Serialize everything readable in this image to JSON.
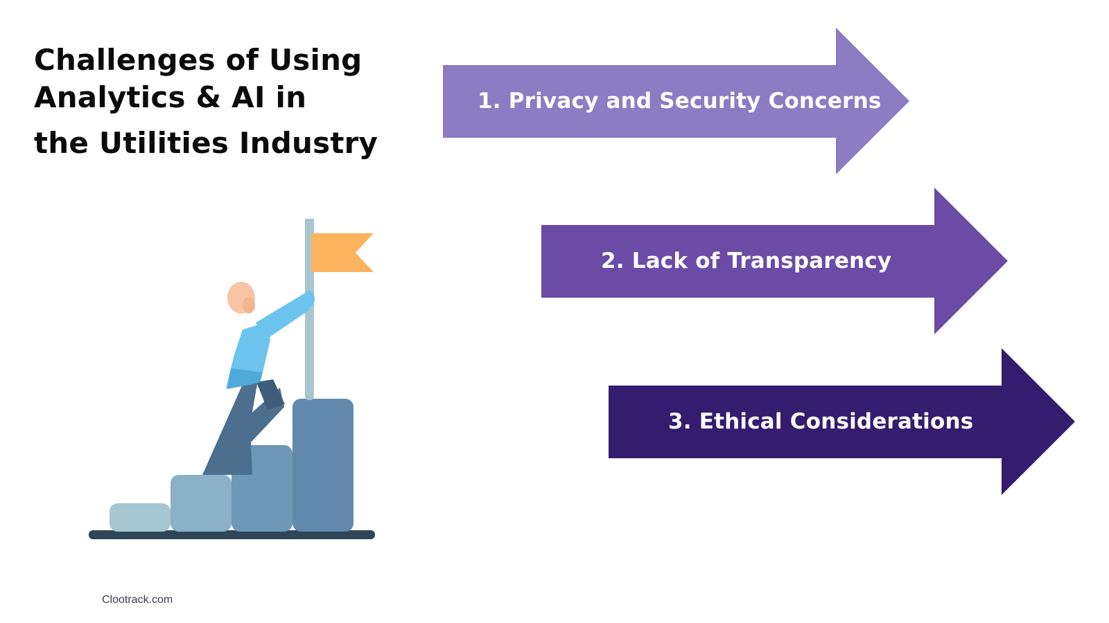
{
  "title": {
    "line1": "Challenges of Using",
    "line2": "Analytics & AI in",
    "line3": "the Utilities Industry"
  },
  "arrows": [
    {
      "label": "1.  Privacy and Security Concerns",
      "color": "#8c7cc3"
    },
    {
      "label": "2. Lack of Transparency",
      "color": "#6a4ba6"
    },
    {
      "label": "3. Ethical Considerations",
      "color": "#341c6f"
    }
  ],
  "illustration": {
    "icon": "person-climbing-steps-to-flag-icon",
    "colors": {
      "flag": "#fbb35e",
      "pole": "#a8c6d2",
      "shirt": "#6cc4ee",
      "skin": "#f7c4a5",
      "pants": "#4d6f8e",
      "base": "#2f4658"
    }
  },
  "footer": {
    "text": "Clootrack.com"
  }
}
